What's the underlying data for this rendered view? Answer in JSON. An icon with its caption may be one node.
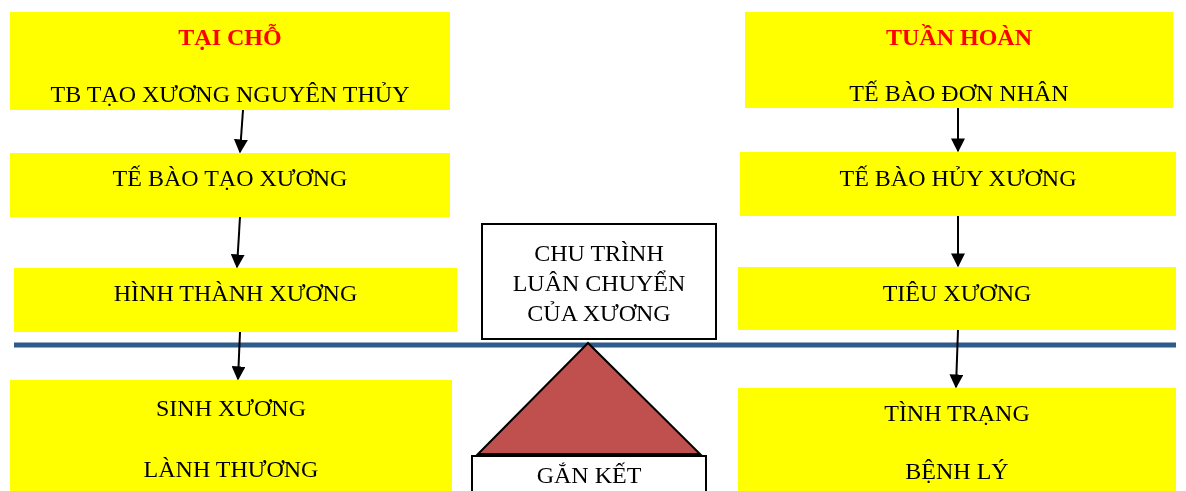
{
  "diagram": {
    "nodes": [
      {
        "text": [
          "TẠI CHỖ",
          "TB TẠO XƯƠNG NGUYÊN THỦY"
        ]
      },
      {
        "text": [
          "TẾ BÀO TẠO XƯƠNG"
        ]
      },
      {
        "text": [
          "HÌNH THÀNH XƯƠNG"
        ]
      },
      {
        "text": [
          "SINH XƯƠNG",
          "LÀNH THƯƠNG"
        ]
      },
      {
        "text": [
          "TUẦN HOÀN",
          "TẾ BÀO ĐƠN NHÂN"
        ]
      },
      {
        "text": [
          "TẾ BÀO HỦY XƯƠNG"
        ]
      },
      {
        "text": [
          "TIÊU XƯƠNG"
        ]
      },
      {
        "text": [
          "TÌNH TRẠNG",
          "BỆNH LÝ"
        ]
      },
      {
        "text": [
          "CHU TRÌNH LUÂN CHUYỂN CỦA XƯƠNG"
        ]
      },
      {
        "text": [
          "GẮN KẾT"
        ]
      }
    ],
    "edges": [
      {
        "from": 0,
        "to": 1,
        "arrow": "to"
      },
      {
        "from": 1,
        "to": 2,
        "arrow": "to"
      },
      {
        "from": 2,
        "to": 3,
        "arrow": "to"
      },
      {
        "from": 4,
        "to": 5,
        "arrow": "to"
      },
      {
        "from": 5,
        "to": 6,
        "arrow": "to"
      },
      {
        "from": 6,
        "to": 7,
        "arrow": "to"
      }
    ]
  }
}
